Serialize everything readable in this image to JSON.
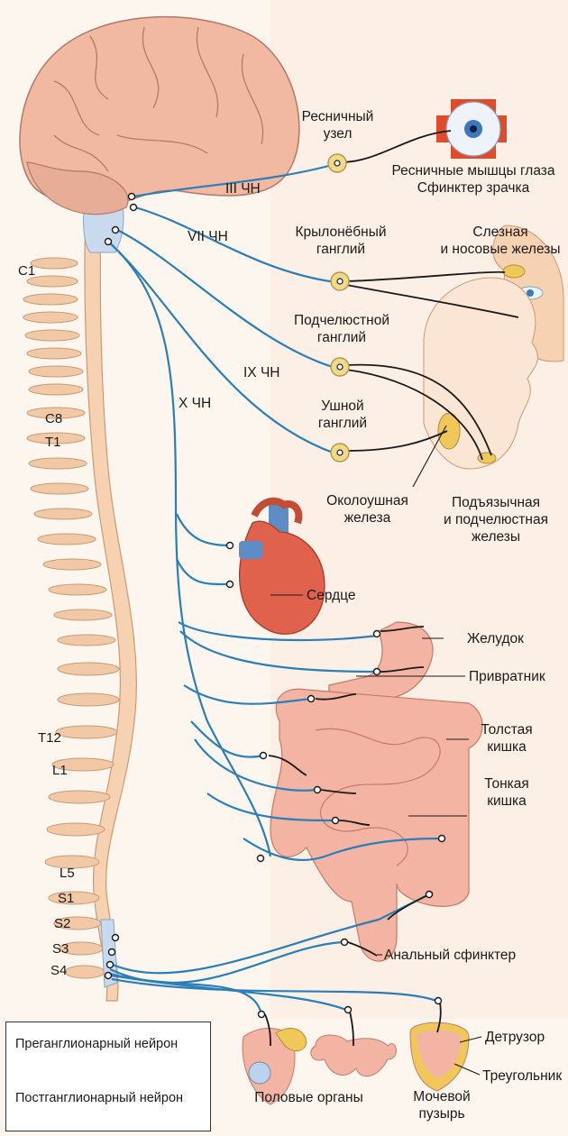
{
  "nerves": {
    "iii": "III ЧН",
    "vii": "VII ЧН",
    "ix": "IX ЧН",
    "x": "X ЧН"
  },
  "ganglia": {
    "ciliary": [
      "Ресничный",
      "узел"
    ],
    "pterygopalatine": [
      "Крылонёбный",
      "ганглий"
    ],
    "submandibular": [
      "Подчелюстной",
      "ганглий"
    ],
    "otic": [
      "Ушной",
      "ганглий"
    ]
  },
  "targets": {
    "eye": [
      "Ресничные мышцы глаза",
      "Сфинктер зрачка"
    ],
    "lacrimal": [
      "Слезная",
      "и носовые железы"
    ],
    "parotid": [
      "Околоушная",
      "железа"
    ],
    "sublingual": [
      "Подъязычная",
      "и подчелюстная",
      "железы"
    ],
    "heart": "Сердце",
    "stomach": "Желудок",
    "pylorus": "Привратник",
    "colon": [
      "Толстая",
      "кишка"
    ],
    "small_intestine": [
      "Тонкая",
      "кишка"
    ],
    "anal_sphincter": "Анальный сфинктер",
    "detrusor": "Детрузор",
    "trigone": "Треугольник",
    "genitals": "Половые органы",
    "bladder": [
      "Мочевой",
      "пузырь"
    ]
  },
  "spine_labels": {
    "c1": "C1",
    "c8": "C8",
    "t1": "T1",
    "t12": "T12",
    "l1": "L1",
    "l5": "L5",
    "s1": "S1",
    "s2": "S2",
    "s3": "S3",
    "s4": "S4"
  },
  "legend": {
    "preganglionic": "Преганглионарный нейрон",
    "postganglionic": "Постганглионарный нейрон"
  },
  "colors": {
    "preganglionic": "#2a7fb8",
    "postganglionic": "#1a1a1a",
    "ganglion": "#f1d98a",
    "spine": "#f6d2b2",
    "brain": "#f1b9a2",
    "organ": "#f3b4a4"
  }
}
